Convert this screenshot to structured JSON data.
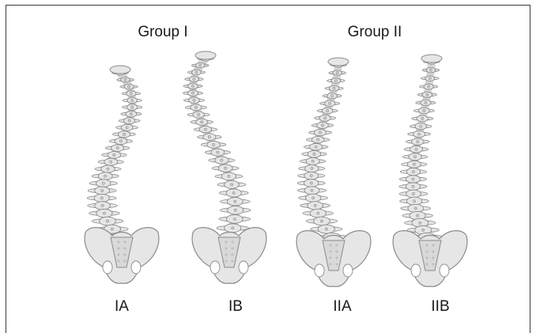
{
  "groups": [
    {
      "title": "Group I"
    },
    {
      "title": "Group II"
    }
  ],
  "spines": [
    {
      "label": "IA"
    },
    {
      "label": "IB"
    },
    {
      "label": "IIA"
    },
    {
      "label": "IIB"
    }
  ],
  "colors": {
    "bone_fill": "#e6e6e6",
    "bone_stroke": "#8a8a8a",
    "frame": "#3a3a3a",
    "text": "#1a1a1a"
  }
}
